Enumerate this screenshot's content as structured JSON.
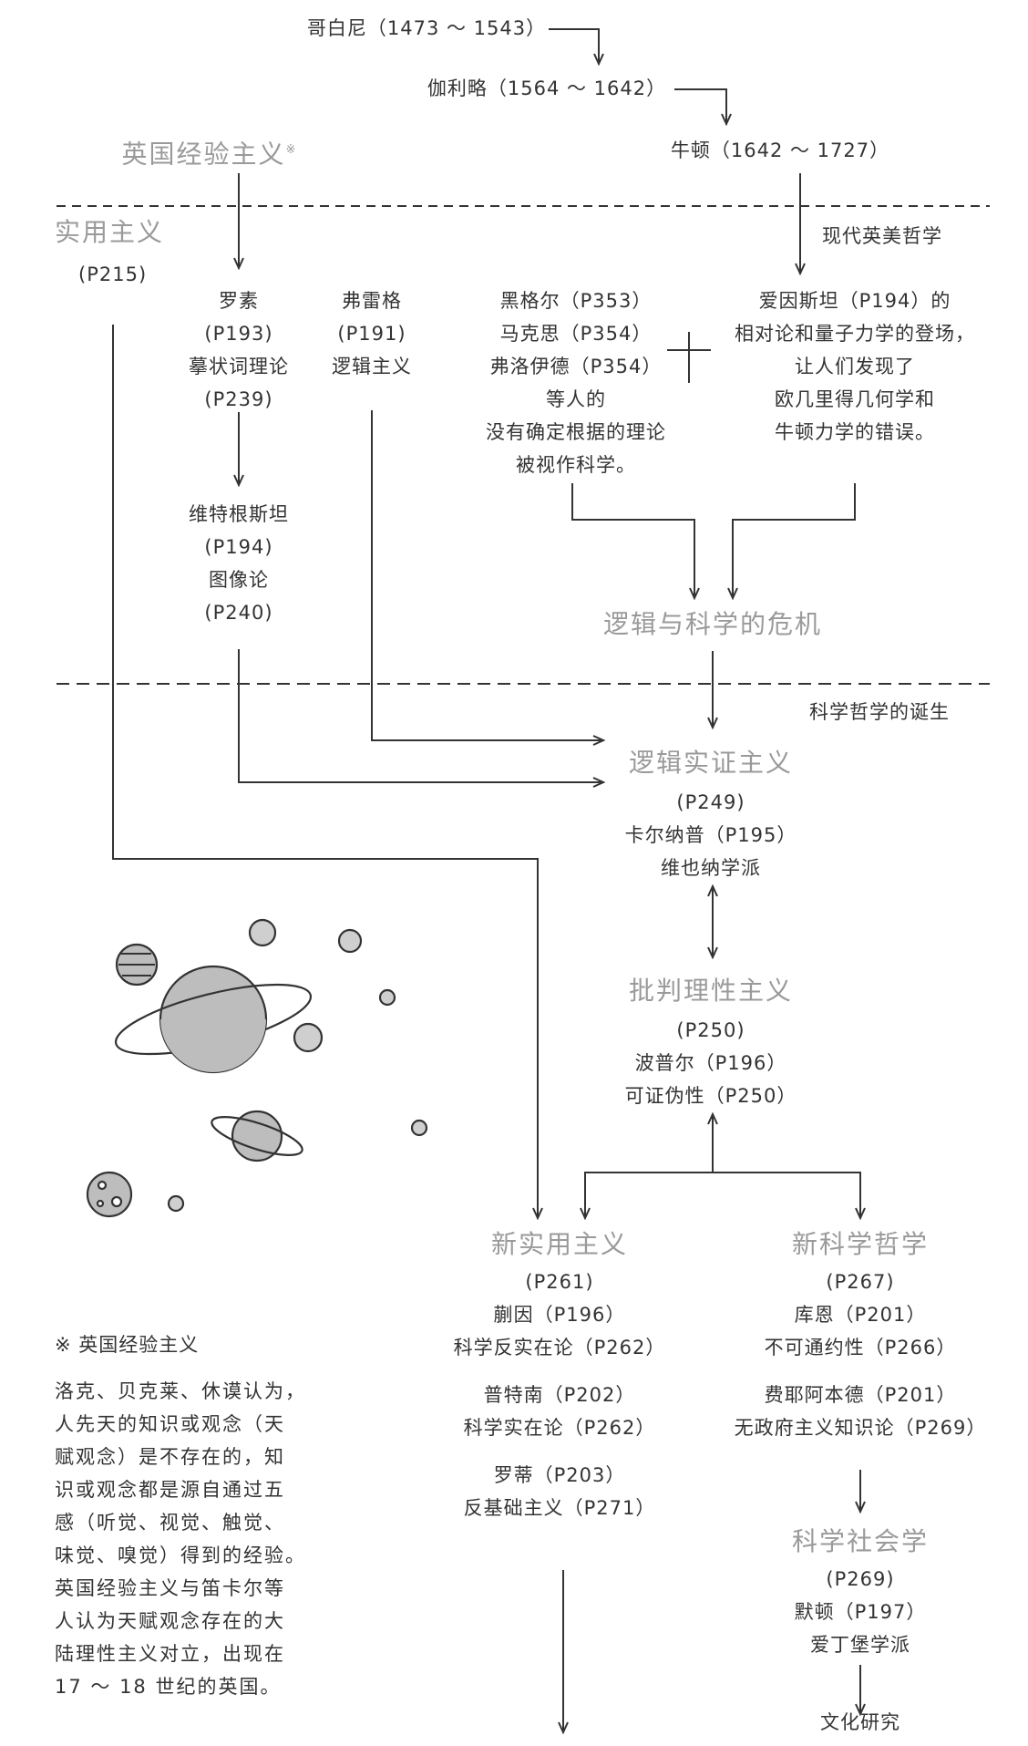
{
  "timeline": {
    "copernicus": "哥白尼（1473 ～ 1543）",
    "galileo": "伽利略（1564 ～ 1642）",
    "newton": "牛顿（1642 ～ 1727）"
  },
  "english_empiricism": {
    "label": "英国经验主义",
    "mark": "※"
  },
  "pragmatism": {
    "label": "实用主义",
    "page": "(P215)"
  },
  "modern_philosophy": "现代英美哲学",
  "russell": [
    "罗素",
    "(P193)",
    "摹状词理论",
    "(P239)"
  ],
  "frege": [
    "弗雷格",
    "(P191)",
    "逻辑主义"
  ],
  "hegel_group": [
    "黑格尔（P353）",
    "马克思（P354）",
    "弗洛伊德（P354）",
    "等人的",
    "没有确定根据的理论",
    "被视作科学。"
  ],
  "einstein": [
    "爱因斯坦（P194）的",
    "相对论和量子力学的登场，",
    "让人们发现了",
    "欧几里得几何学和",
    "牛顿力学的错误。"
  ],
  "wittgenstein": [
    "维特根斯坦",
    "(P194)",
    "图像论",
    "(P240)"
  ],
  "crisis": "逻辑与科学的危机",
  "birth": "科学哲学的诞生",
  "logical_positivism": {
    "label": "逻辑实证主义",
    "lines": [
      "(P249)",
      "卡尔纳普（P195）",
      "维也纳学派"
    ]
  },
  "critical_rationalism": {
    "label": "批判理性主义",
    "lines": [
      "(P250)",
      "波普尔（P196）",
      "可证伪性（P250）"
    ]
  },
  "neo_pragmatism": {
    "label": "新实用主义",
    "lines": [
      "(P261)",
      "蒯因（P196）",
      "科学反实在论（P262）"
    ],
    "putnam": [
      "普特南（P202）",
      "科学实在论（P262）"
    ],
    "rorty": [
      "罗蒂（P203）",
      "反基础主义（P271）"
    ]
  },
  "new_philosophy_of_science": {
    "label": "新科学哲学",
    "lines": [
      "(P267)",
      "库恩（P201）",
      "不可通约性（P266）"
    ],
    "feyerabend": [
      "费耶阿本德（P201）",
      "无政府主义知识论（P269）"
    ]
  },
  "sociology_of_science": {
    "label": "科学社会学",
    "lines": [
      "(P269)",
      "默顿（P197）",
      "爱丁堡学派"
    ]
  },
  "cultural_studies": "文化研究",
  "footnote": {
    "title": "※ 英国经验主义",
    "lines": [
      "洛克、贝克莱、休谟认为，",
      "人先天的知识或观念（天",
      "赋观念）是不存在的，知",
      "识或观念都是源自通过五",
      "感（听觉、视觉、触觉、",
      "味觉、嗅觉）得到的经验。",
      "英国经验主义与笛卡尔等",
      "人认为天赋观念存在的大",
      "陆理性主义对立，出现在",
      "17 ～ 18 世纪的英国。"
    ]
  }
}
